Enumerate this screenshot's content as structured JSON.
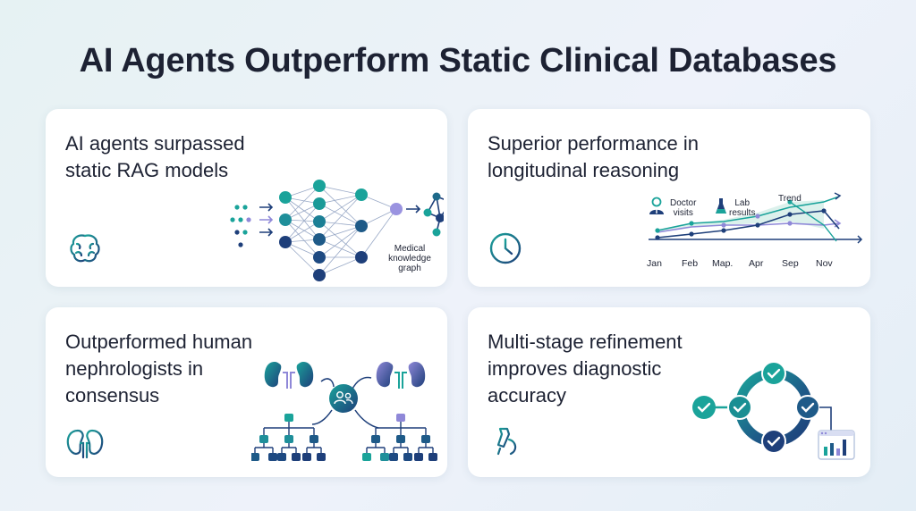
{
  "title": "AI Agents Outperform Static Clinical Databases",
  "cards": [
    {
      "lines": [
        "AI agents surpassed",
        "static RAG models"
      ],
      "icon": "brain-icon",
      "diagram": {
        "graph_label": [
          "Medical",
          "knowledge",
          "graph"
        ]
      }
    },
    {
      "lines": [
        "Superior performance in",
        "longitudinal reasoning"
      ],
      "icon": "clock-icon",
      "diagram": {
        "legend": {
          "doctor": [
            "Doctor",
            "visits"
          ],
          "lab": [
            "Lab",
            "results"
          ],
          "trend": "Trend"
        },
        "months": [
          "Jan",
          "Feb",
          "Map.",
          "Apr",
          "Sep",
          "Nov"
        ]
      }
    },
    {
      "lines": [
        "Outperformed human",
        "nephrologists in",
        "consensus"
      ],
      "icon": "kidney-icon"
    },
    {
      "lines": [
        "Multi-stage refinement",
        "improves diagnostic",
        "accuracy"
      ],
      "icon": "microscope-icon"
    }
  ],
  "colors": {
    "teal": "#1aa39a",
    "navy": "#1e3f7a",
    "purple": "#8f88d8",
    "text": "#1d2233"
  }
}
